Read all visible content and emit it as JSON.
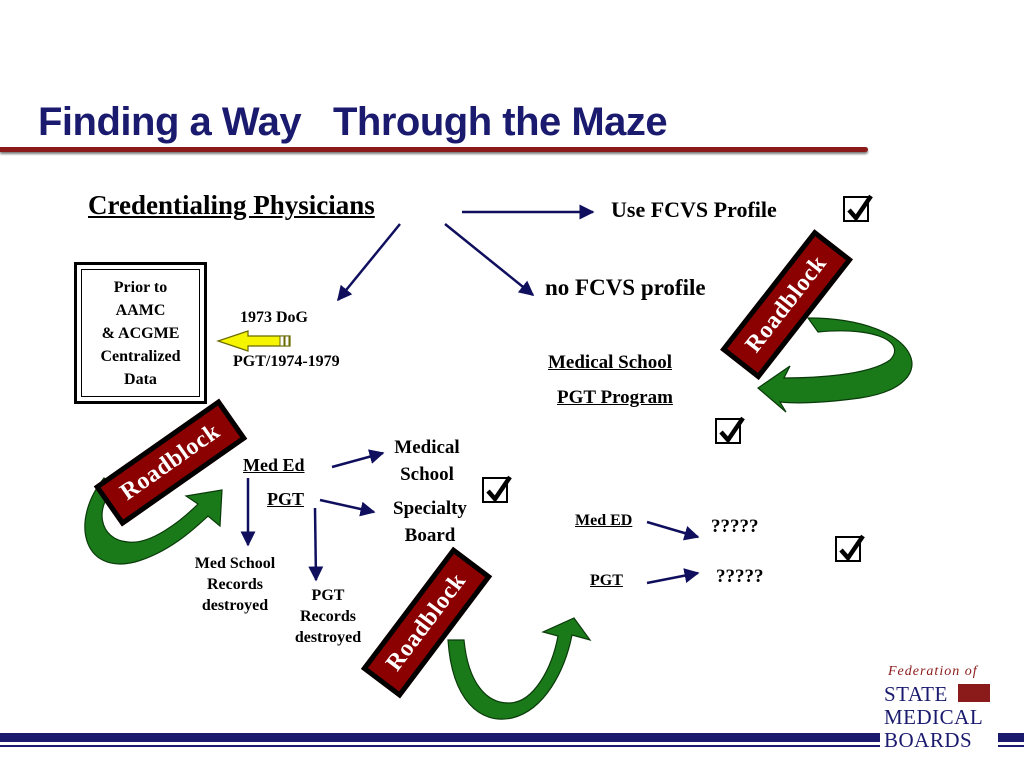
{
  "title": "Finding a Way   Through the Maze",
  "heading": "Credentialing Physicians",
  "use_fcvs": "Use FCVS Profile",
  "no_fcvs": "no FCVS profile",
  "prior_box": "Prior to\nAAMC\n& ACGME\nCentralized\nData",
  "dog_1973": "1973 DoG",
  "pgt_1974": "PGT/1974-1979",
  "roadblock_1": "Roadblock",
  "roadblock_2": "Roadblock",
  "roadblock_3": "Roadblock",
  "left_branch": {
    "med_ed": "Med Ed",
    "pgt": "PGT",
    "medical_school": "Medical\nSchool",
    "specialty_board": "Specialty\nBoard",
    "med_school_records": "Med School\nRecords\ndestroyed",
    "pgt_records": "PGT\nRecords\ndestroyed"
  },
  "right_branch": {
    "medical_school": "Medical School",
    "pgt_program": "PGT Program",
    "med_ed": "Med ED",
    "pgt": "PGT",
    "q1": "?????",
    "q2": "?????"
  },
  "logo": {
    "line1": "Federation of",
    "line2": "STATE",
    "line3": "MEDICAL",
    "line4": "BOARDS"
  },
  "colors": {
    "title": "#1a1a6e",
    "title_rule": "#8b1a1a",
    "roadblock": "#8b0000",
    "arrow_green": "#1a7a1a",
    "arrow_navy": "#0f0f5e",
    "pointer_yellow": "#f5f500"
  }
}
